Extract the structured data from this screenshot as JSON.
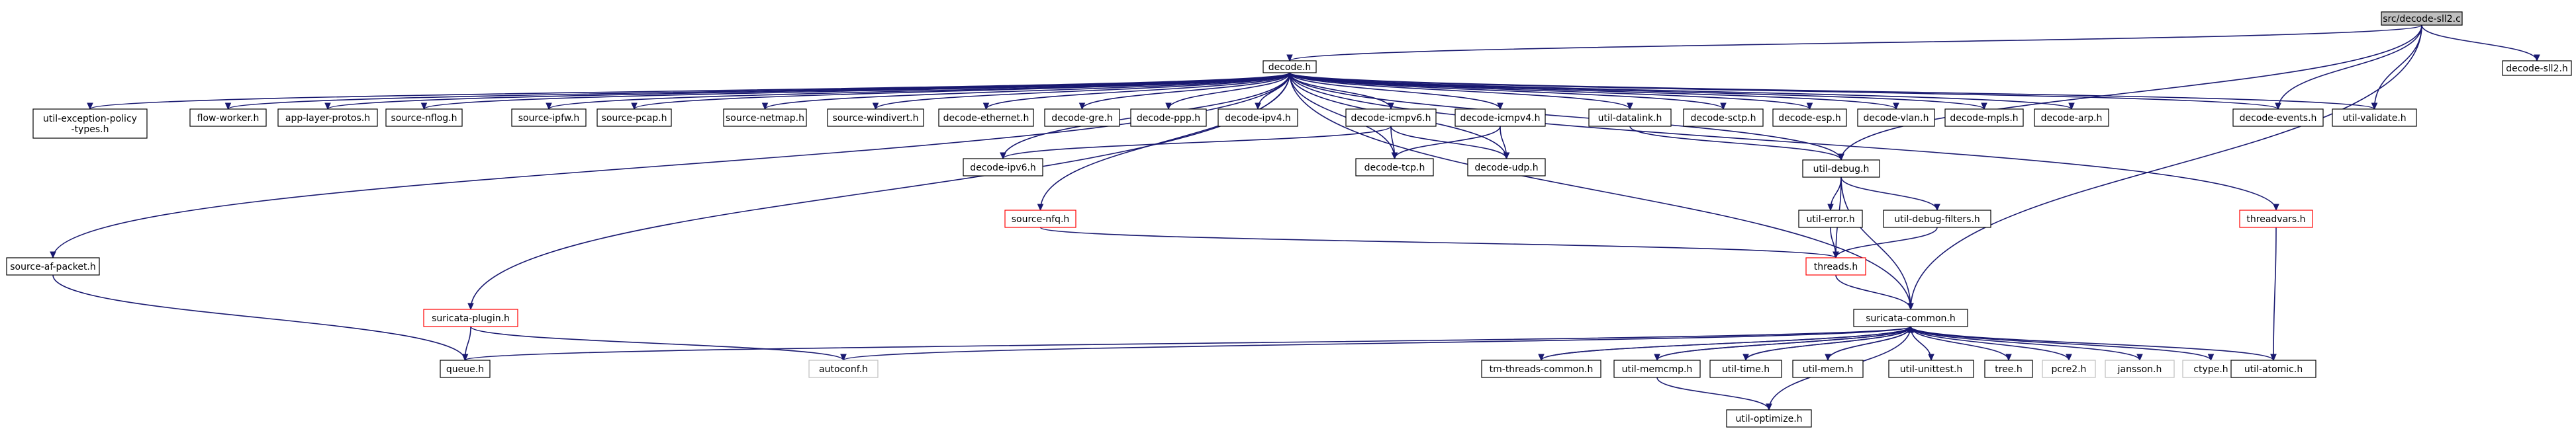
{
  "graph": {
    "title": "src/decode-sll2.c",
    "colors": {
      "edge": "#191970",
      "box": "#000000",
      "red_box": "#ff0000",
      "gray_box": "#bfbfbf",
      "root_fill": "#bfbfbf"
    },
    "nodes": {
      "root": {
        "label": "src/decode-sll2.c",
        "style": "root"
      },
      "decode_h": {
        "label": "decode.h",
        "style": "normal"
      },
      "decode_sll2_h": {
        "label": "decode-sll2.h",
        "style": "normal"
      },
      "util_exception": {
        "label": [
          "util-exception-policy",
          "-types.h"
        ],
        "style": "normal"
      },
      "flow_worker": {
        "label": "flow-worker.h",
        "style": "normal"
      },
      "app_layer_protos": {
        "label": "app-layer-protos.h",
        "style": "normal"
      },
      "source_nflog": {
        "label": "source-nflog.h",
        "style": "normal"
      },
      "source_ipfw": {
        "label": "source-ipfw.h",
        "style": "normal"
      },
      "source_pcap": {
        "label": "source-pcap.h",
        "style": "normal"
      },
      "source_netmap": {
        "label": "source-netmap.h",
        "style": "normal"
      },
      "source_windivert": {
        "label": "source-windivert.h",
        "style": "normal"
      },
      "decode_ethernet": {
        "label": "decode-ethernet.h",
        "style": "normal"
      },
      "decode_gre": {
        "label": "decode-gre.h",
        "style": "normal"
      },
      "decode_ppp": {
        "label": "decode-ppp.h",
        "style": "normal"
      },
      "decode_ipv4": {
        "label": "decode-ipv4.h",
        "style": "normal"
      },
      "decode_icmpv6": {
        "label": "decode-icmpv6.h",
        "style": "normal"
      },
      "decode_icmpv4": {
        "label": "decode-icmpv4.h",
        "style": "normal"
      },
      "util_datalink": {
        "label": "util-datalink.h",
        "style": "normal"
      },
      "decode_sctp": {
        "label": "decode-sctp.h",
        "style": "normal"
      },
      "decode_esp": {
        "label": "decode-esp.h",
        "style": "normal"
      },
      "decode_vlan": {
        "label": "decode-vlan.h",
        "style": "normal"
      },
      "decode_mpls": {
        "label": "decode-mpls.h",
        "style": "normal"
      },
      "decode_arp": {
        "label": "decode-arp.h",
        "style": "normal"
      },
      "decode_events": {
        "label": "decode-events.h",
        "style": "normal"
      },
      "util_validate": {
        "label": "util-validate.h",
        "style": "normal"
      },
      "decode_ipv6": {
        "label": "decode-ipv6.h",
        "style": "normal"
      },
      "decode_tcp": {
        "label": "decode-tcp.h",
        "style": "normal"
      },
      "decode_udp": {
        "label": "decode-udp.h",
        "style": "normal"
      },
      "util_debug": {
        "label": "util-debug.h",
        "style": "normal"
      },
      "source_nfq": {
        "label": "source-nfq.h",
        "style": "red"
      },
      "threadvars": {
        "label": "threadvars.h",
        "style": "red"
      },
      "util_error": {
        "label": "util-error.h",
        "style": "normal"
      },
      "util_debug_filters": {
        "label": "util-debug-filters.h",
        "style": "normal"
      },
      "threads": {
        "label": "threads.h",
        "style": "red"
      },
      "source_af_packet": {
        "label": "source-af-packet.h",
        "style": "normal"
      },
      "suricata_plugin": {
        "label": "suricata-plugin.h",
        "style": "red"
      },
      "suricata_common": {
        "label": "suricata-common.h",
        "style": "normal"
      },
      "queue_h": {
        "label": "queue.h",
        "style": "normal"
      },
      "autoconf": {
        "label": "autoconf.h",
        "style": "gray"
      },
      "tm_threads_common": {
        "label": "tm-threads-common.h",
        "style": "normal"
      },
      "util_memcmp": {
        "label": "util-memcmp.h",
        "style": "normal"
      },
      "util_time": {
        "label": "util-time.h",
        "style": "normal"
      },
      "util_mem": {
        "label": "util-mem.h",
        "style": "normal"
      },
      "util_unittest": {
        "label": "util-unittest.h",
        "style": "normal"
      },
      "tree_h": {
        "label": "tree.h",
        "style": "normal"
      },
      "pcre2": {
        "label": "pcre2.h",
        "style": "gray"
      },
      "jansson": {
        "label": "jansson.h",
        "style": "gray"
      },
      "ctype": {
        "label": "ctype.h",
        "style": "gray"
      },
      "util_atomic": {
        "label": "util-atomic.h",
        "style": "normal"
      },
      "util_optimize": {
        "label": "util-optimize.h",
        "style": "normal"
      }
    },
    "edges": [
      [
        "root",
        "decode_h"
      ],
      [
        "root",
        "decode_sll2_h"
      ],
      [
        "root",
        "decode_events"
      ],
      [
        "root",
        "util_validate"
      ],
      [
        "root",
        "util_debug"
      ],
      [
        "root",
        "suricata_common"
      ],
      [
        "decode_h",
        "util_exception"
      ],
      [
        "decode_h",
        "flow_worker"
      ],
      [
        "decode_h",
        "app_layer_protos"
      ],
      [
        "decode_h",
        "source_nflog"
      ],
      [
        "decode_h",
        "source_ipfw"
      ],
      [
        "decode_h",
        "source_pcap"
      ],
      [
        "decode_h",
        "source_netmap"
      ],
      [
        "decode_h",
        "source_windivert"
      ],
      [
        "decode_h",
        "decode_ethernet"
      ],
      [
        "decode_h",
        "decode_gre"
      ],
      [
        "decode_h",
        "decode_ppp"
      ],
      [
        "decode_h",
        "decode_ipv4"
      ],
      [
        "decode_h",
        "decode_icmpv6"
      ],
      [
        "decode_h",
        "decode_icmpv4"
      ],
      [
        "decode_h",
        "util_datalink"
      ],
      [
        "decode_h",
        "decode_sctp"
      ],
      [
        "decode_h",
        "decode_esp"
      ],
      [
        "decode_h",
        "decode_vlan"
      ],
      [
        "decode_h",
        "decode_mpls"
      ],
      [
        "decode_h",
        "decode_arp"
      ],
      [
        "decode_h",
        "decode_events"
      ],
      [
        "decode_h",
        "util_validate"
      ],
      [
        "decode_h",
        "decode_ipv6"
      ],
      [
        "decode_h",
        "decode_tcp"
      ],
      [
        "decode_h",
        "decode_udp"
      ],
      [
        "decode_h",
        "util_debug"
      ],
      [
        "decode_h",
        "source_nfq"
      ],
      [
        "decode_h",
        "threadvars"
      ],
      [
        "decode_h",
        "source_af_packet"
      ],
      [
        "decode_h",
        "suricata_plugin"
      ],
      [
        "decode_h",
        "suricata_common"
      ],
      [
        "decode_icmpv6",
        "decode_ipv6"
      ],
      [
        "decode_icmpv6",
        "decode_tcp"
      ],
      [
        "decode_icmpv6",
        "decode_udp"
      ],
      [
        "decode_icmpv4",
        "decode_tcp"
      ],
      [
        "decode_icmpv4",
        "decode_udp"
      ],
      [
        "util_datalink",
        "util_debug"
      ],
      [
        "util_debug",
        "util_error"
      ],
      [
        "util_debug",
        "util_debug_filters"
      ],
      [
        "util_debug",
        "threads"
      ],
      [
        "util_debug",
        "suricata_common"
      ],
      [
        "util_error",
        "threads"
      ],
      [
        "util_debug_filters",
        "threads"
      ],
      [
        "source_nfq",
        "threads"
      ],
      [
        "threadvars",
        "util_atomic"
      ],
      [
        "threads",
        "suricata_common"
      ],
      [
        "source_af_packet",
        "queue_h"
      ],
      [
        "suricata_plugin",
        "queue_h"
      ],
      [
        "suricata_plugin",
        "autoconf"
      ],
      [
        "suricata_common",
        "queue_h"
      ],
      [
        "suricata_common",
        "autoconf"
      ],
      [
        "suricata_common",
        "tm_threads_common"
      ],
      [
        "suricata_common",
        "util_memcmp"
      ],
      [
        "suricata_common",
        "util_time"
      ],
      [
        "suricata_common",
        "util_mem"
      ],
      [
        "suricata_common",
        "util_unittest"
      ],
      [
        "suricata_common",
        "tree_h"
      ],
      [
        "suricata_common",
        "pcre2"
      ],
      [
        "suricata_common",
        "jansson"
      ],
      [
        "suricata_common",
        "ctype"
      ],
      [
        "suricata_common",
        "util_atomic"
      ],
      [
        "suricata_common",
        "util_optimize"
      ],
      [
        "tm_threads_common",
        "suricata_common"
      ],
      [
        "util_memcmp",
        "suricata_common"
      ],
      [
        "util_time",
        "suricata_common"
      ],
      [
        "util_mem",
        "suricata_common"
      ],
      [
        "util_memcmp",
        "util_optimize"
      ]
    ]
  }
}
